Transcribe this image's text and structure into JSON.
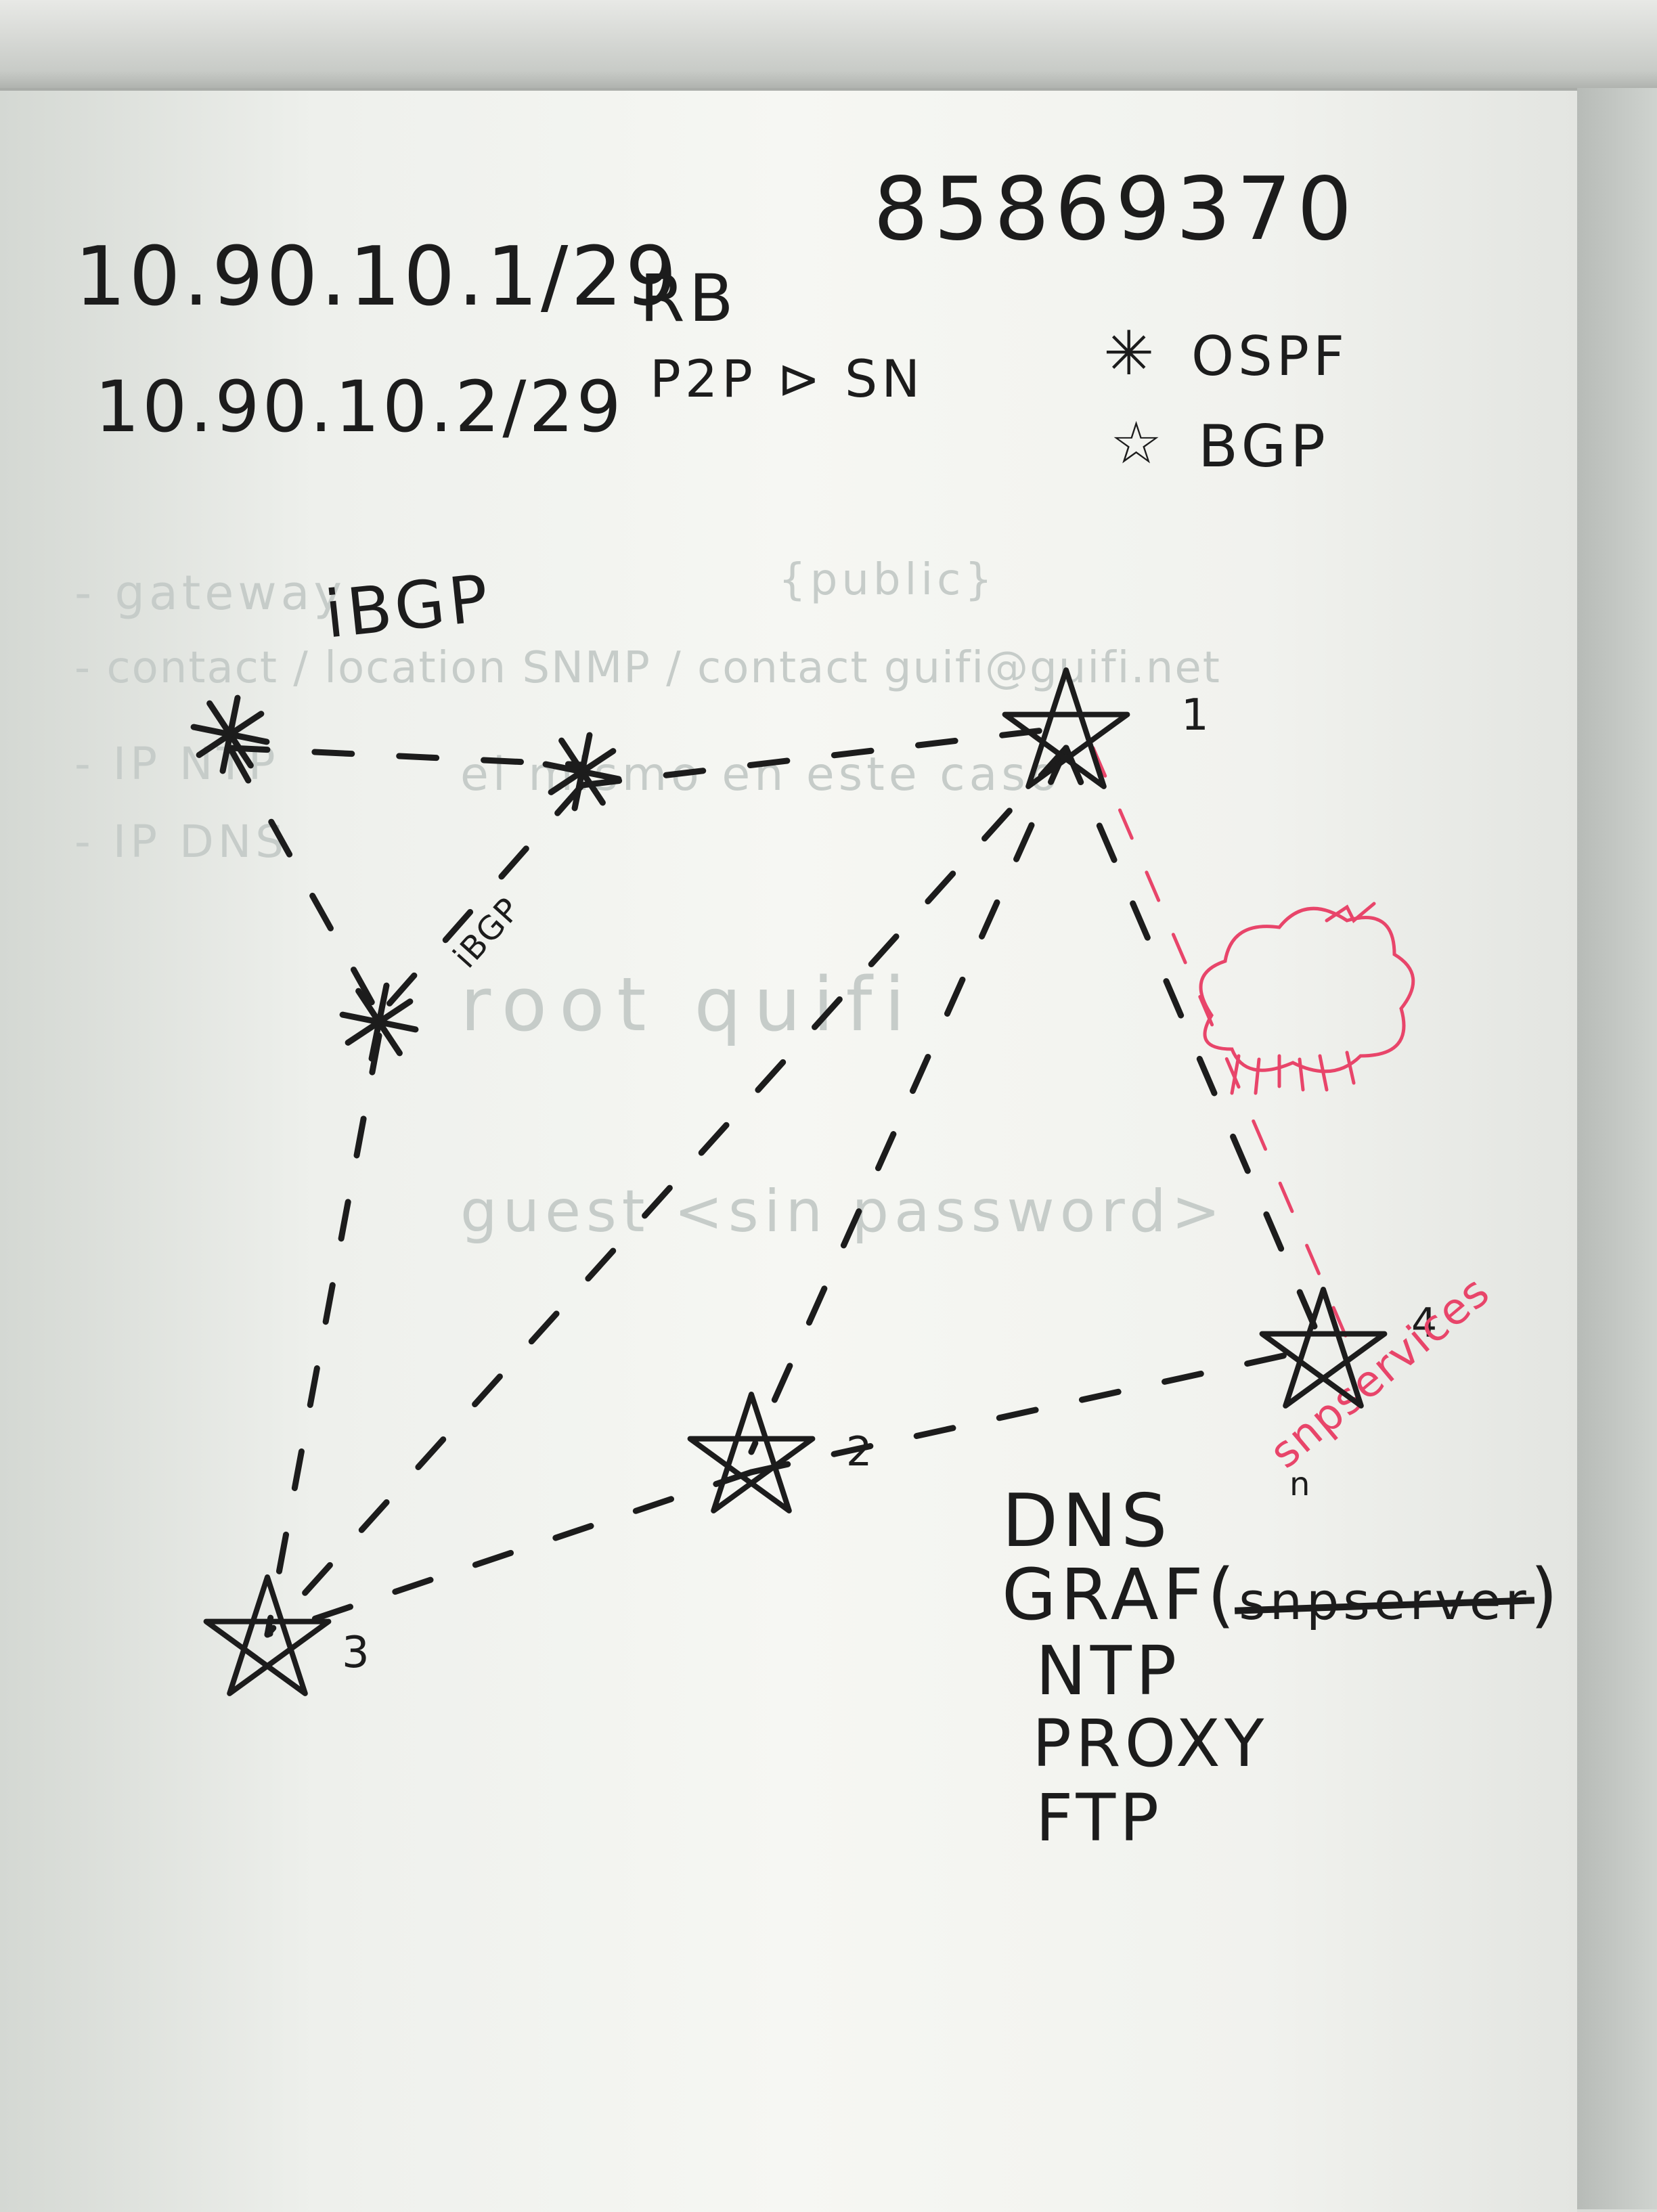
{
  "header": {
    "phone": "85869370",
    "ip_1": "10.90.10.1/29",
    "ip_1_note": "RB",
    "ip_2": "10.90.10.2/29",
    "ip_2_note": "P2P ⊳ SN"
  },
  "legend": {
    "ospf_symbol": "✳",
    "ospf_label": "OSPF",
    "bgp_symbol": "☆",
    "bgp_label": "BGP"
  },
  "diagram": {
    "ibgp_title": "iBGP",
    "ibgp_link_label": "iBGP",
    "node_labels": [
      "1",
      "2",
      "3",
      "4"
    ],
    "link_colors": {
      "black": "#1c1c1c",
      "red": "#e8456a"
    }
  },
  "services": {
    "items": [
      "DNS",
      "GRAF(",
      "NTP",
      "PROXY",
      "FTP"
    ],
    "struck_text": "snpserver",
    "close_paren": ")",
    "footnote_mark": "n",
    "red_annotation": "snpservices"
  },
  "ghost_text": {
    "lines": [
      "- gateway",
      "{public}",
      "- contact / location SNMP / contact guifi@guifi.net",
      "- IP NTP",
      "- IP DNS",
      "el mismo en este caso",
      "root quifi",
      "guest <sin password>"
    ]
  }
}
